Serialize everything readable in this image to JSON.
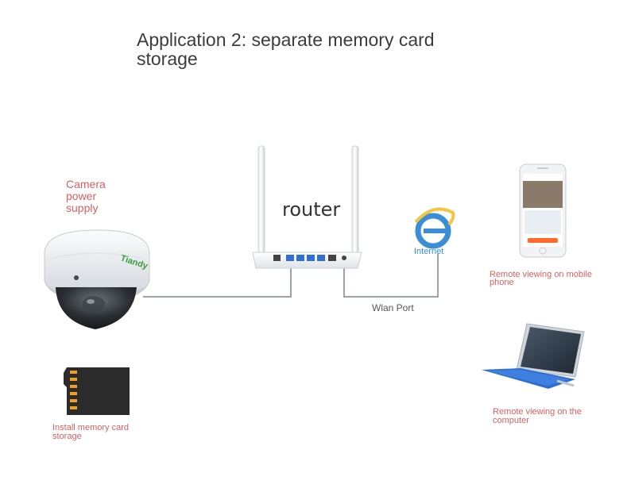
{
  "title": "Application 2: separate memory card storage",
  "labels": {
    "router": "router",
    "power": "Camera power supply",
    "memory_card": "Install memory card storage",
    "mobile": "Remote viewing on mobile phone",
    "computer": "Remote viewing on the computer",
    "wlan": "Wlan Port",
    "internet": "Internet",
    "camera_brand": "Tiandy"
  },
  "colors": {
    "caption": "#d96060",
    "cable": "#9aa3ab",
    "router_body": "#f4f6f8",
    "port_blue": "#2f6fd6",
    "internet_blue": "#3a8ed6",
    "sd_orange": "#f0a020",
    "tablet_blue": "#2d6fd1",
    "phone_accent": "#ff6a2a"
  },
  "icons": [
    "dome-camera-icon",
    "router-icon",
    "internet-explorer-icon",
    "smartphone-icon",
    "tablet-laptop-icon",
    "sd-card-icon"
  ]
}
